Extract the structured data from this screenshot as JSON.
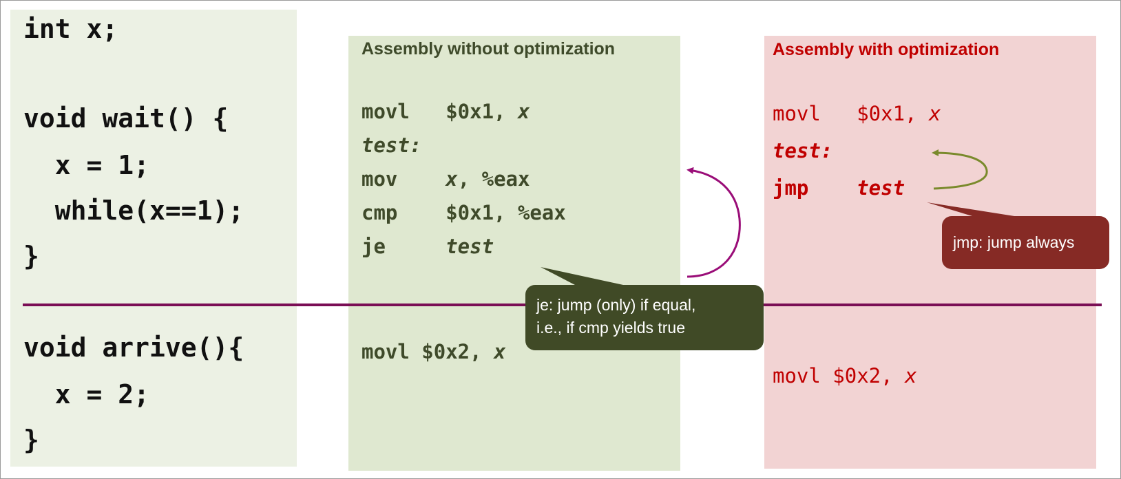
{
  "source": {
    "decl": "int x;",
    "wait_sig": "void wait() {",
    "wait_assign": "  x = 1;",
    "wait_loop": "  while(x==1);",
    "wait_close": "}",
    "arrive_sig": "void arrive(){",
    "arrive_assign": "  x = 2;",
    "arrive_close": "}"
  },
  "noopt": {
    "heading": "Assembly without optimization",
    "l1_op": "movl   $0x1, ",
    "l1_var": "x",
    "l2_label": "test:",
    "l3_op": "mov    ",
    "l3_var": "x",
    "l3_rest": ", %eax",
    "l4": "cmp    $0x1, %eax",
    "l5_op": "je     ",
    "l5_target": "test",
    "arrive_op": "movl $0x2, ",
    "arrive_var": "x"
  },
  "opt": {
    "heading": "Assembly with optimization",
    "l1_op": "movl   $0x1, ",
    "l1_var": "x",
    "l2_label": "test:",
    "l3_op": "jmp    ",
    "l3_target": "test",
    "arrive_op": "movl $0x2, ",
    "arrive_var": "x"
  },
  "callouts": {
    "je_line1": "je: jump (only) if equal,",
    "je_line2": "i.e., if cmp yields true",
    "jmp": "jmp: jump always"
  },
  "colors": {
    "divider": "#7a0e55",
    "noopt_arrow": "#9a0d78",
    "opt_arrow": "#7a8a2c",
    "je_callout": "#404a26",
    "jmp_callout": "#862a25"
  }
}
